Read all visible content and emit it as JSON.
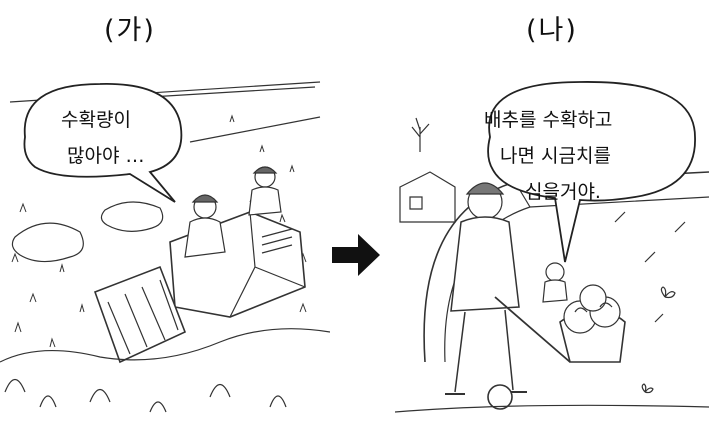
{
  "panels": {
    "left": {
      "label": "(가)",
      "speech": [
        "수확량이",
        "많아야 …"
      ]
    },
    "right": {
      "label": "(나)",
      "speech": [
        "배추를 수확하고",
        "나면 시금치를",
        "심을거야."
      ]
    }
  },
  "icons": {
    "transition": "right-arrow-icon"
  }
}
